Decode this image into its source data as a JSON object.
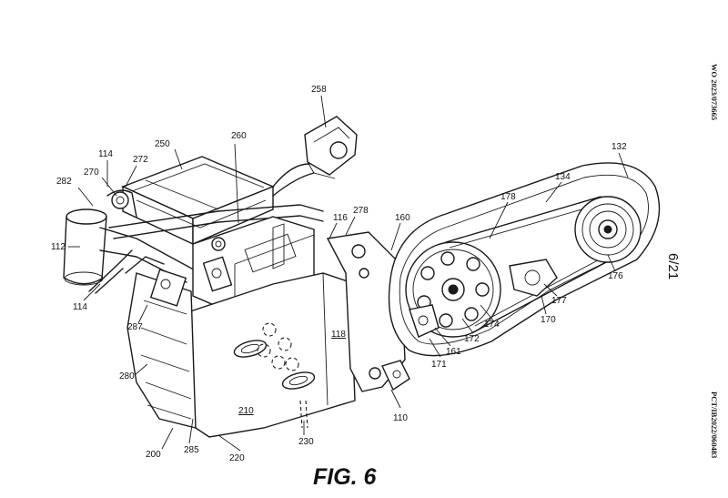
{
  "header": {
    "publication_number": "WO 2023/073665",
    "application_number": "PCT/IB2022/060483",
    "sheet_number": "6/21"
  },
  "figure": {
    "caption": "FIG. 6"
  },
  "reference_numerals": {
    "r250": "250",
    "r260": "260",
    "r258": "258",
    "r114a": "114",
    "r270": "270",
    "r272": "272",
    "r282": "282",
    "r112": "112",
    "r114b": "114",
    "r287": "287",
    "r280": "280",
    "r200": "200",
    "r285": "285",
    "r220": "220",
    "r210": "210",
    "r230": "230",
    "r116": "116",
    "r278": "278",
    "r118": "118",
    "r160": "160",
    "r110": "110",
    "r171": "171",
    "r161": "161",
    "r172": "172",
    "r174": "174",
    "r170": "170",
    "r177": "177",
    "r178": "178",
    "r134": "134",
    "r132": "132",
    "r176": "176"
  }
}
